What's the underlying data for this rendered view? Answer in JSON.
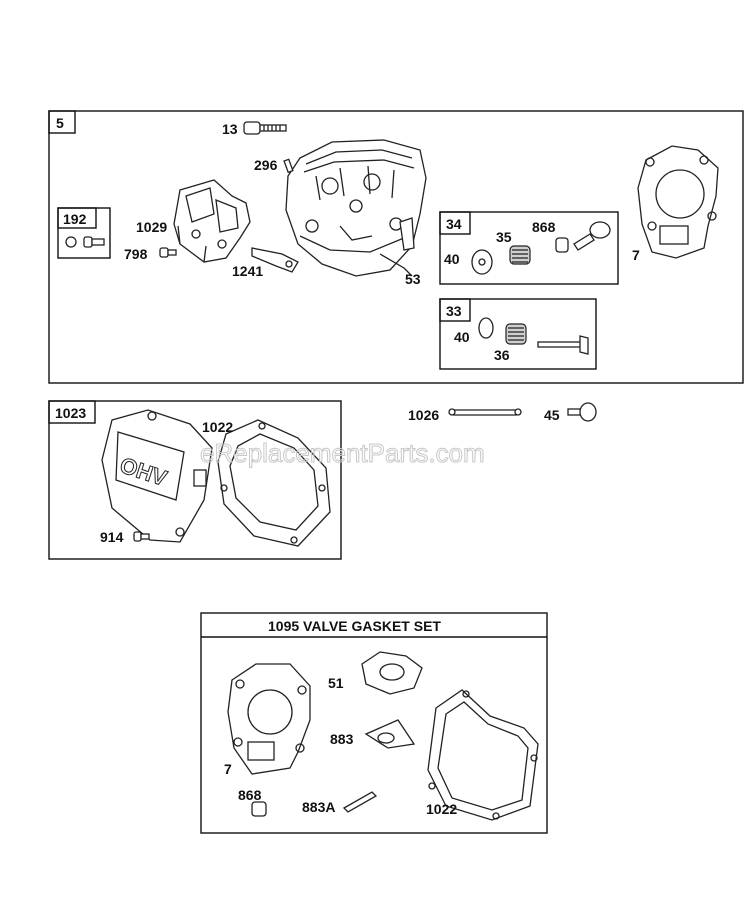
{
  "watermark": "eReplacementParts.com",
  "groups": {
    "g5": "5",
    "g192": "192",
    "g34": "34",
    "g33": "33",
    "g1023": "1023",
    "gasket_set_title": "1095 VALVE GASKET SET"
  },
  "labels": {
    "p13": "13",
    "p296": "296",
    "p1029": "1029",
    "p798": "798",
    "p1241": "1241",
    "p53": "53",
    "p40a": "40",
    "p35": "35",
    "p868a": "868",
    "p7a": "7",
    "p40b": "40",
    "p36": "36",
    "p1022a": "1022",
    "p914": "914",
    "p1026": "1026",
    "p45": "45",
    "p51": "51",
    "p883": "883",
    "p7b": "7",
    "p868b": "868",
    "p883a": "883A",
    "p1022b": "1022"
  },
  "icons": {
    "cylinder_head": "cylinder-head-icon",
    "rocker_bracket": "rocker-bracket-icon",
    "head_gasket": "head-gasket-icon",
    "valve_cover": "valve-cover-icon",
    "valve_cover_gasket": "valve-cover-gasket-icon"
  },
  "colors": {
    "line": "#222222",
    "watermark": "#c8c8c8"
  }
}
